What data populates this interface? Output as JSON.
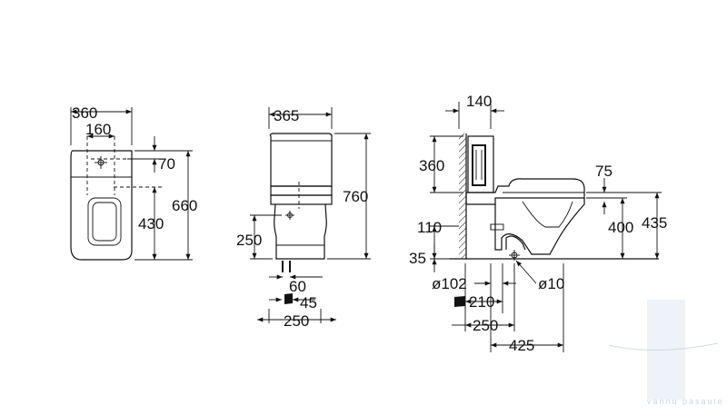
{
  "top_view": {
    "width_total": "360",
    "width_holes": "160",
    "offset_top": "70",
    "depth_inner": "430",
    "depth_total": "660"
  },
  "side_view": {
    "width_tank": "365",
    "height_total": "760",
    "outlet_height": "250",
    "foot_a": "60",
    "foot_b": "45",
    "foot_c": "250"
  },
  "profile_view": {
    "wall_gap": "140",
    "tank_height": "360",
    "lid_offset": "75",
    "seat_height": "400",
    "bowl_height": "435",
    "outlet_offset": "110",
    "floor_offset": "35",
    "pipe_diameter": "ø102",
    "bolt_diameter": "ø10",
    "outlet_distance": "210",
    "bolt_distance": "250",
    "total_depth": "425"
  },
  "watermark": "vannu pasaule",
  "colors": {
    "line": "#111111",
    "watermark": "#c8d6e0"
  }
}
